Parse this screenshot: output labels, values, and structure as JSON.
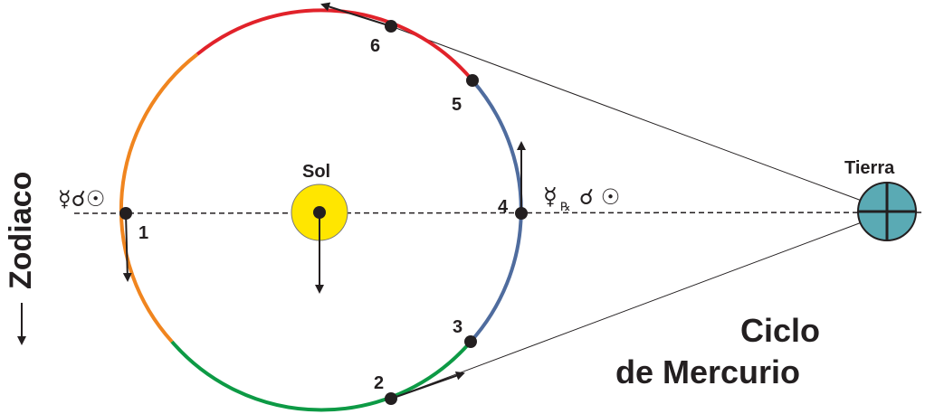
{
  "title": "Ciclo de Mercurio",
  "title_line1": "Ciclo",
  "title_line2": "de Mercurio",
  "zodiac_label": "Zodiaco",
  "sun_label": "Sol",
  "earth_label": "Tierra",
  "points": [
    "1",
    "2",
    "3",
    "4",
    "5",
    "6"
  ],
  "conjunction_inferior": "☿☌☉",
  "conjunction_superior_mercury": "☿",
  "retrograde_mark": "℞",
  "conjunction_superior_rest": "☌ ☉",
  "colors": {
    "orange": "#f0851f",
    "green": "#0d9a45",
    "blue": "#4f6c9e",
    "red": "#e1222a",
    "sun": "#ffe600",
    "earth": "#5aaab4"
  }
}
